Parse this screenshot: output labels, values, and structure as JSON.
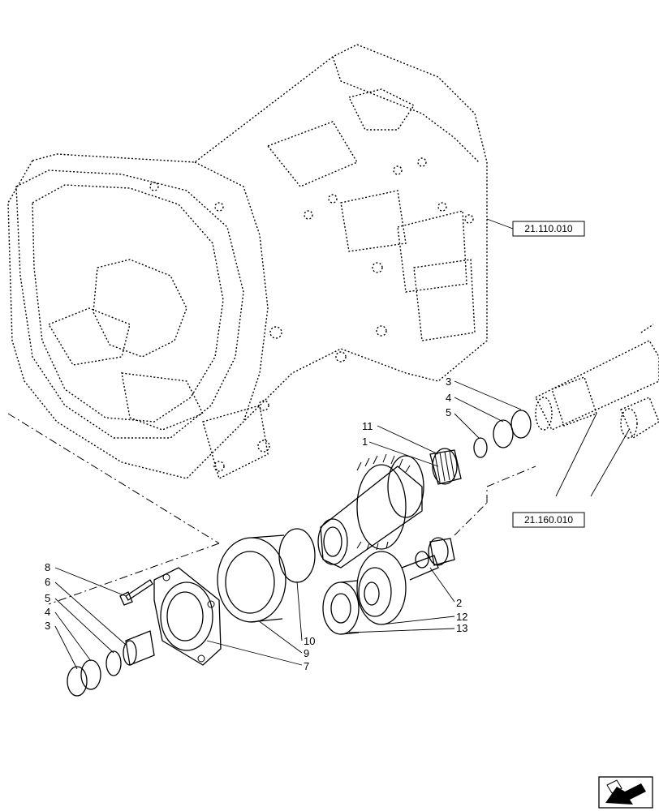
{
  "part_labels": {
    "p1": "1",
    "p2": "2",
    "p3a": "3",
    "p3b": "3",
    "p4a": "4",
    "p4b": "4",
    "p5a": "5",
    "p5b": "5",
    "p6": "6",
    "p7": "7",
    "p8": "8",
    "p9": "9",
    "p10": "10",
    "p11": "11",
    "p12": "12",
    "p13": "13"
  },
  "references": {
    "housing": "21.110.010",
    "shaft": "21.160.010"
  },
  "icons": {
    "navigation": "arrow-icon"
  }
}
